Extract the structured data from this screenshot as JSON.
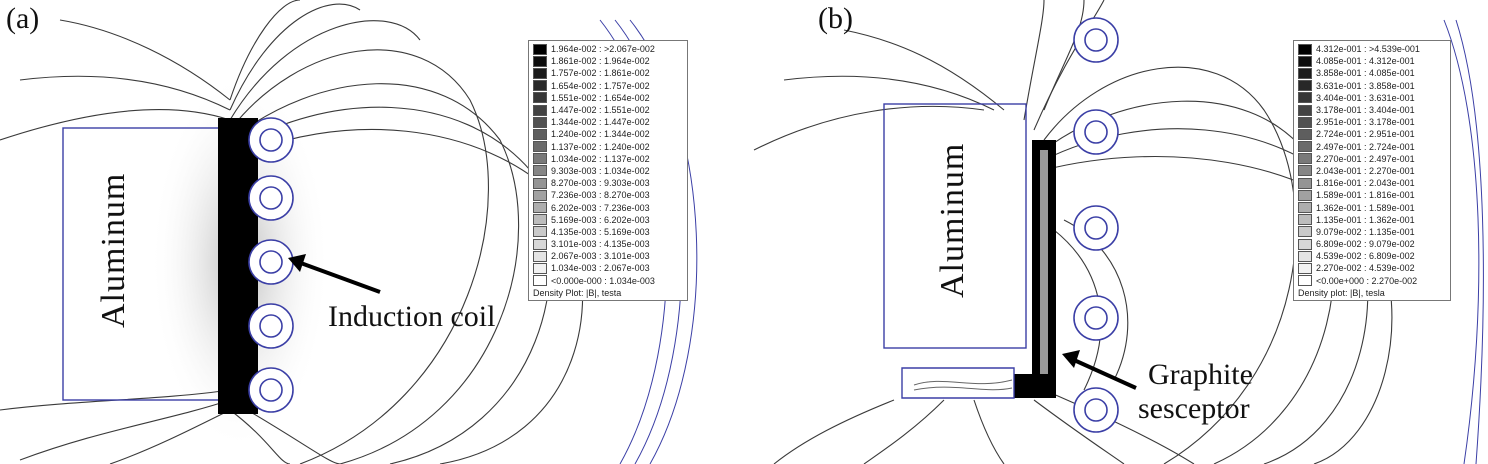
{
  "panel_a": {
    "label": "(a)",
    "material_label": "Aluminum",
    "annotation": "Induction coil",
    "legend": {
      "rows": [
        "1.964e-002 : >2.067e-002",
        "1.861e-002 : 1.964e-002",
        "1.757e-002 : 1.861e-002",
        "1.654e-002 : 1.757e-002",
        "1.551e-002 : 1.654e-002",
        "1.447e-002 : 1.551e-002",
        "1.344e-002 : 1.447e-002",
        "1.240e-002 : 1.344e-002",
        "1.137e-002 : 1.240e-002",
        "1.034e-002 : 1.137e-002",
        "9.303e-003 : 1.034e-002",
        "8.270e-003 : 9.303e-003",
        "7.236e-003 : 8.270e-003",
        "6.202e-003 : 7.236e-003",
        "5.169e-003 : 6.202e-003",
        "4.135e-003 : 5.169e-003",
        "3.101e-003 : 4.135e-003",
        "2.067e-003 : 3.101e-003",
        "1.034e-003 : 2.067e-003",
        "<0.000e-000 : 1.034e-003"
      ],
      "caption": "Density Plot: |B|, testa"
    }
  },
  "panel_b": {
    "label": "(b)",
    "material_label": "Aluminum",
    "annotation_line1": "Graphite",
    "annotation_line2": "sesceptor",
    "legend": {
      "rows": [
        "4.312e-001 : >4.539e-001",
        "4.085e-001 : 4.312e-001",
        "3.858e-001 : 4.085e-001",
        "3.631e-001 : 3.858e-001",
        "3.404e-001 : 3.631e-001",
        "3.178e-001 : 3.404e-001",
        "2.951e-001 : 3.178e-001",
        "2.724e-001 : 2.951e-001",
        "2.497e-001 : 2.724e-001",
        "2.270e-001 : 2.497e-001",
        "2.043e-001 : 2.270e-001",
        "1.816e-001 : 2.043e-001",
        "1.589e-001 : 1.816e-001",
        "1.362e-001 : 1.589e-001",
        "1.135e-001 : 1.362e-001",
        "9.079e-002 : 1.135e-001",
        "6.809e-002 : 9.079e-002",
        "4.539e-002 : 6.809e-002",
        "2.270e-002 : 4.539e-002",
        "<0.00e+000 : 2.270e-002"
      ],
      "caption": "Density plot: |B|, tesla"
    }
  },
  "colors": {
    "line": "#3a3a3a",
    "outline": "#3b3fa6",
    "fill": "#000000"
  }
}
